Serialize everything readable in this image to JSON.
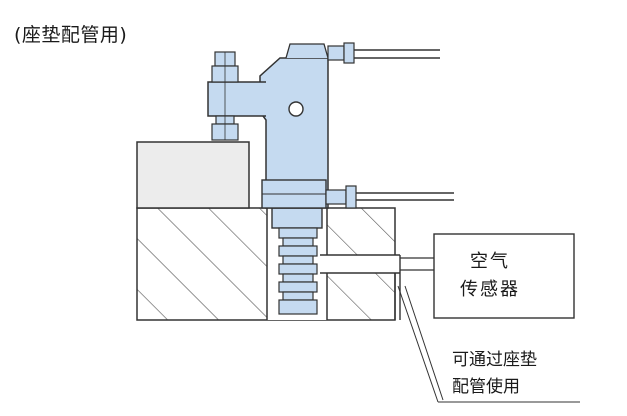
{
  "title": "(座垫配管用)",
  "sensor_box": {
    "line1": "空气",
    "line2": "传感器"
  },
  "note": {
    "line1": "可通过座垫",
    "line2": "配管使用"
  },
  "colors": {
    "body": "#c5daf0",
    "stroke": "#333333",
    "block": "#ececec",
    "hatch": "#555555"
  }
}
